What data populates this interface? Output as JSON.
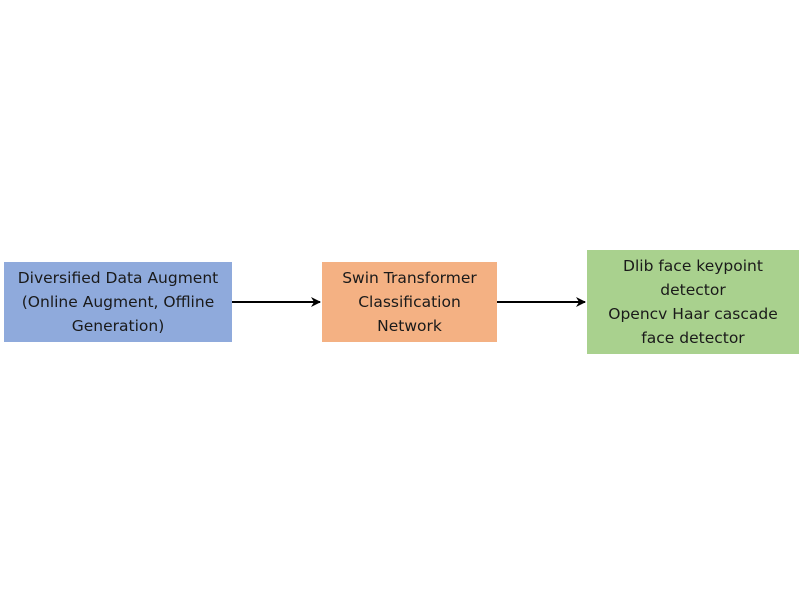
{
  "nodes": {
    "augment": {
      "lines": [
        "Diversified Data Augment",
        "(Online Augment, Offline",
        "Generation)"
      ],
      "color": "#8faadc"
    },
    "swin": {
      "lines": [
        "Swin Transformer",
        "Classification",
        "Network"
      ],
      "color": "#f4b183"
    },
    "detector": {
      "lines": [
        "Dlib face keypoint",
        "detector",
        "Opencv Haar cascade",
        "face detector"
      ],
      "color": "#a9d18e"
    }
  },
  "edges": [
    {
      "from": "augment",
      "to": "swin"
    },
    {
      "from": "swin",
      "to": "detector"
    }
  ],
  "colors": {
    "arrow": "#000000",
    "text": "#1a1a1a"
  }
}
